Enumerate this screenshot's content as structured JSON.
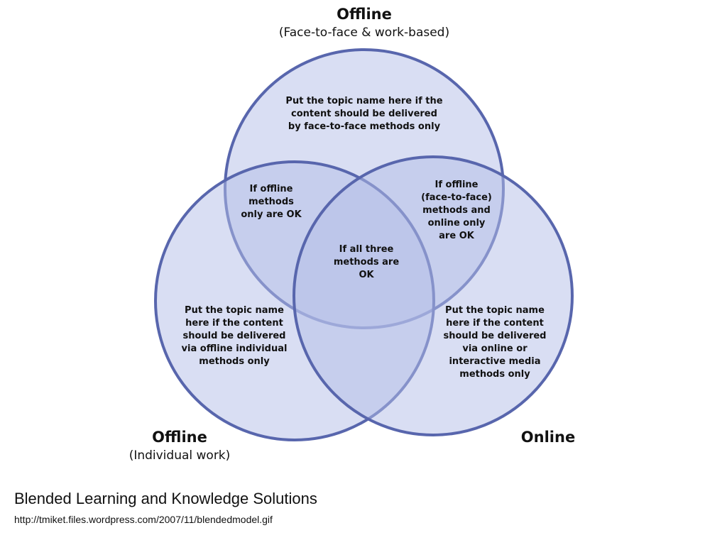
{
  "colors": {
    "circle_fill": "#b3bde8",
    "circle_stroke": "#5866ad"
  },
  "sets": {
    "top": {
      "title": "Offline",
      "subtitle": "(Face-to-face & work-based)"
    },
    "left": {
      "title": "Offline",
      "subtitle": "(Individual work)"
    },
    "right": {
      "title": "Online",
      "subtitle": ""
    }
  },
  "regions": {
    "top_only": "Put the topic name here if the\ncontent should be delivered\nby face-to-face methods only",
    "top_left": "If offline\nmethods\nonly are OK",
    "top_right": "If offline\n(face-to-face)\nmethods and\nonline only\nare OK",
    "center": "If all three\nmethods are\nOK",
    "left_only": "Put the topic name\nhere if the content\nshould be delivered\nvia offline individual\nmethods only",
    "right_only": "Put the topic name\nhere if the content\nshould be delivered\nvia online or\ninteractive media\nmethods only"
  },
  "caption": "Blended Learning and Knowledge Solutions",
  "source": "http://tmiket.files.wordpress.com/2007/11/blendedmodel.gif"
}
